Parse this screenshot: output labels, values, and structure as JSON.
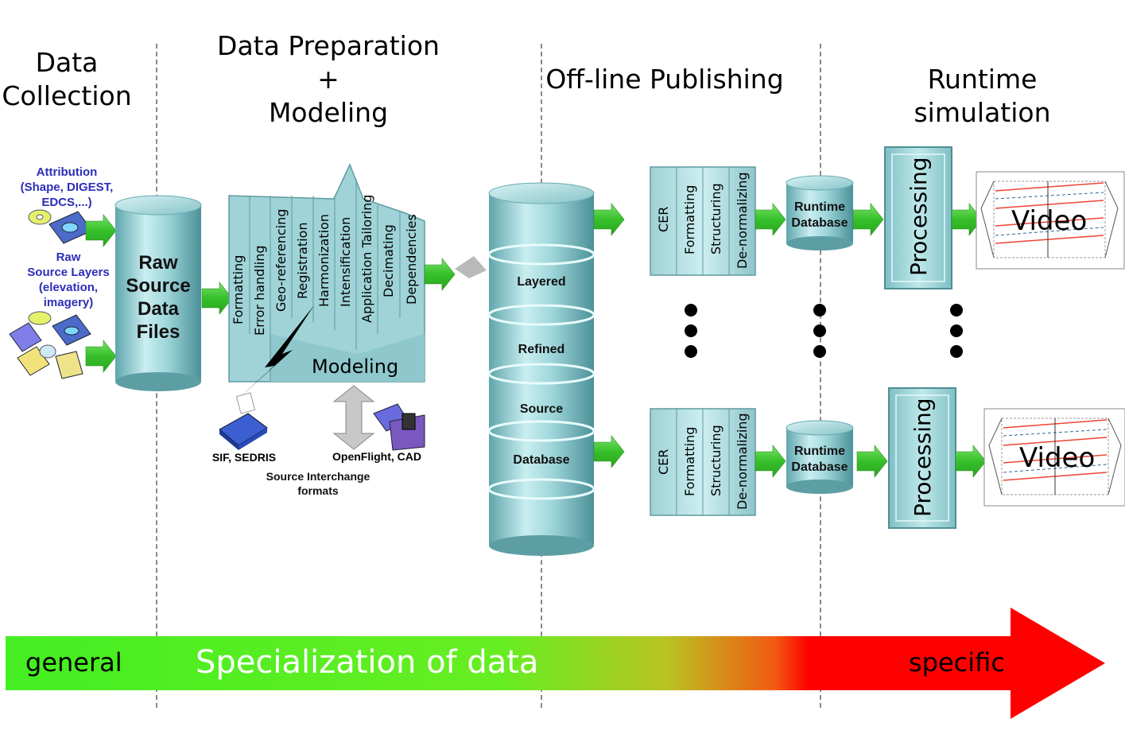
{
  "stages": {
    "collection": "Data\nCollection",
    "preparation": "Data Preparation\n+\nModeling",
    "publishing": "Off-line Publishing",
    "runtime": "Runtime simulation"
  },
  "inputs": {
    "attribution": "Attribution\n(Shape, DIGEST,\nEDCS,...)",
    "source_layers": "Raw\nSource Layers\n(elevation,\nimagery)"
  },
  "raw_source": "Raw\nSource\nData\nFiles",
  "preparation": {
    "steps": [
      "Formatting",
      "Error handling",
      "Geo-referencing",
      "Registration",
      "Harmonization",
      "Intensification",
      "Application Tailoring",
      "Decimating",
      "Dependencies"
    ],
    "modeling": "Modeling",
    "sif": "SIF, SEDRIS",
    "openflight": "OpenFlight, CAD",
    "interchange": "Source Interchange\nformats"
  },
  "database_layers": [
    "Layered",
    "Refined",
    "Source",
    "Database"
  ],
  "publishing_steps": [
    "CER",
    "Formatting",
    "Structuring",
    "De-normalizing"
  ],
  "runtime_db": "Runtime\nDatabase",
  "processing": "Processing",
  "video": "Video",
  "arrow": {
    "general": "general",
    "title": "Specialization of data",
    "specific": "specific"
  }
}
